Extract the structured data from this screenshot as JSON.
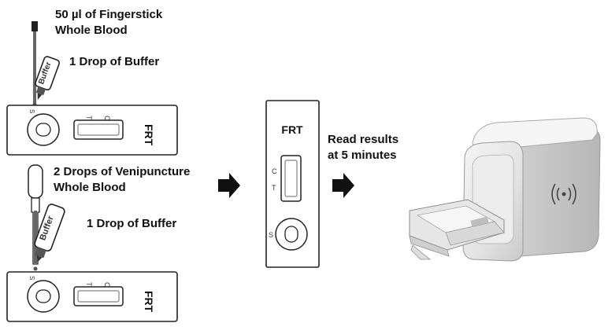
{
  "step1": {
    "sample_line1": "50 µl of Fingerstick",
    "sample_line2": "Whole Blood",
    "buffer_label": "1 Drop of Buffer",
    "bottle_text": "Buffer"
  },
  "step2": {
    "sample_line1": "2 Drops of Venipuncture",
    "sample_line2": "Whole Blood",
    "buffer_label": "1 Drop of Buffer",
    "bottle_text": "Buffer"
  },
  "cassette": {
    "name": "FRT",
    "test_mark": "T",
    "control_mark": "C",
    "sample_mark": "S"
  },
  "read_step": {
    "line1": "Read results",
    "line2": "at 5 minutes"
  },
  "colors": {
    "outline": "#222222",
    "blood": "#555555",
    "reader_body": "#e4e4e4",
    "reader_shade": "#bdbdbd"
  }
}
